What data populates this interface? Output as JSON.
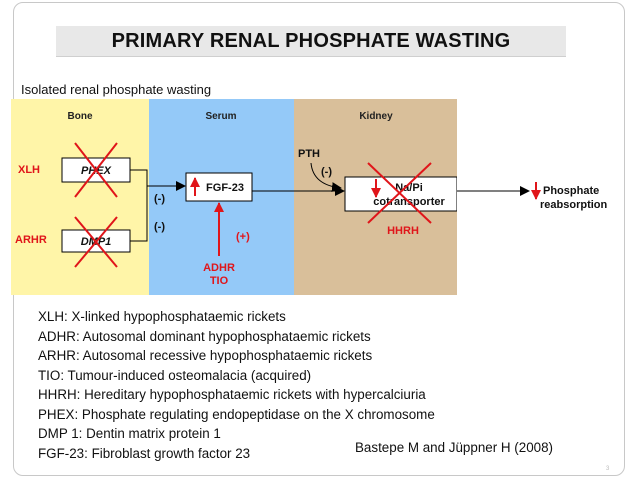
{
  "slide": {
    "title": "PRIMARY RENAL PHOSPHATE WASTING",
    "subtitle": "Isolated renal phosphate wasting",
    "citation": "Bastepe M and Jüppner H (2008)",
    "page_number": "3"
  },
  "diagram": {
    "regions": [
      {
        "name": "Bone",
        "color": "#fff5a8"
      },
      {
        "name": "Serum",
        "color": "#94c9f8"
      },
      {
        "name": "Kidney",
        "color": "#d9bf9a"
      }
    ],
    "nodes": {
      "phex": "PHEX",
      "dmp1": "DMP1",
      "fgf23": "FGF-23",
      "napi_line1": "Na/Pi",
      "napi_line2": "cotransporter",
      "outcome_line1": "Phosphate",
      "outcome_line2": "reabsorption"
    },
    "labels": {
      "xlh": "XLH",
      "arhr": "ARHR",
      "pth": "PTH",
      "hhrh": "HHRH",
      "adhr": "ADHR",
      "tio": "TIO",
      "neg1": "(-)",
      "neg2": "(-)",
      "neg_pth": "(-)",
      "pos": "(+)"
    },
    "colors": {
      "disease_red": "#e0151a",
      "arrow_red": "#e0151a",
      "line": "#000000"
    }
  },
  "legend": [
    "XLH: X-linked hypophosphataemic rickets",
    "ADHR: Autosomal dominant hypophosphataemic rickets",
    "ARHR: Autosomal recessive hypophosphataemic rickets",
    "TIO: Tumour-induced osteomalacia (acquired)",
    "HHRH: Hereditary hypophosphataemic rickets with hypercalciuria",
    "PHEX: Phosphate regulating endopeptidase on the X chromosome",
    "DMP 1: Dentin matrix protein 1",
    "FGF-23: Fibroblast growth factor 23"
  ]
}
